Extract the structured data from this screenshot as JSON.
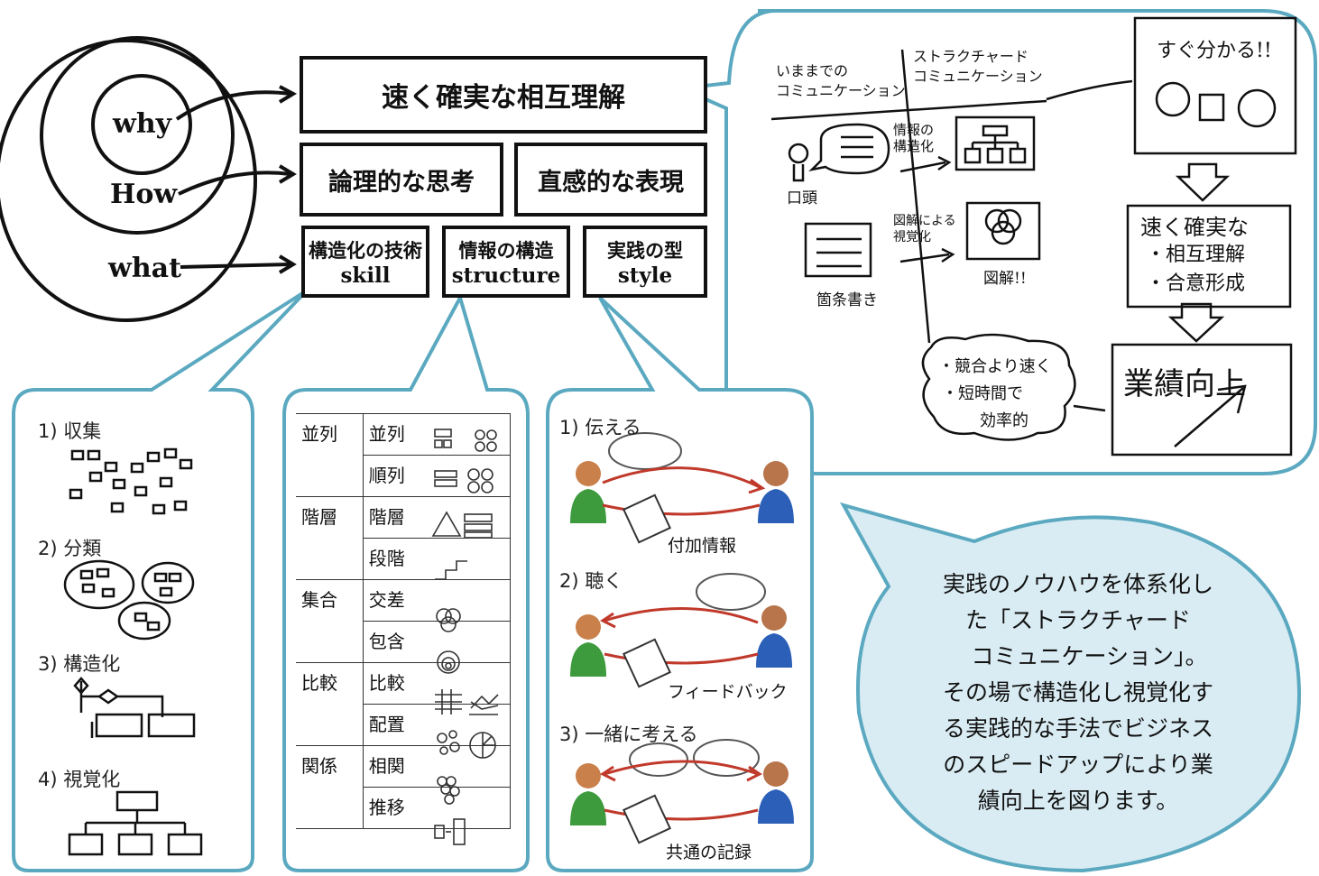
{
  "circles": {
    "why": "why",
    "how": "How",
    "what": "what"
  },
  "boxes": {
    "goal": "速く確実な相互理解",
    "logic": "論理的な思考",
    "intuition": "直感的な表現",
    "skill": {
      "jp": "構造化の技術",
      "en": "skill"
    },
    "structure": {
      "jp": "情報の構造",
      "en": "structure"
    },
    "style": {
      "jp": "実践の型",
      "en": "style"
    }
  },
  "skill_panel": {
    "steps": [
      "1) 収集",
      "2) 分類",
      "3) 構造化",
      "4) 視覚化"
    ]
  },
  "structure_table": {
    "groups": [
      {
        "category": "並列",
        "items": [
          "並列",
          "順列"
        ]
      },
      {
        "category": "階層",
        "items": [
          "階層",
          "段階"
        ]
      },
      {
        "category": "集合",
        "items": [
          "交差",
          "包含"
        ]
      },
      {
        "category": "比較",
        "items": [
          "比較",
          "配置"
        ]
      },
      {
        "category": "関係",
        "items": [
          "相関",
          "推移"
        ]
      }
    ]
  },
  "style_panel": {
    "steps": [
      {
        "title": "1) 伝える",
        "caption": "付加情報"
      },
      {
        "title": "2) 聴く",
        "caption": "フィードバック"
      },
      {
        "title": "3) 一緒に考える",
        "caption": "共通の記録"
      }
    ]
  },
  "sketch": {
    "header_left": "いままでの\nコミュニケーション",
    "header_right": "ストラクチャード\nコミュニケーション",
    "oral": "口頭",
    "structuring": "情報の\n構造化",
    "bullets": "箇条書き",
    "visualization": "図解による\n視覚化",
    "diagram": "図解!!",
    "instant": "すぐ分かる!!",
    "result_title": "速く確実な",
    "result_items": [
      "・相互理解",
      "・合意形成"
    ],
    "performance": "業績向上",
    "cloud_lines": [
      "・競合より速く",
      "・短時間で",
      "効率的"
    ]
  },
  "callout": {
    "text": "実践のノウハウを体系化し\nた「ストラクチャード\n　コミュニケーション」。\nその場で構造化し視覚化す\nる実践的な手法でビジネス\nのスピードアップにより業\n績向上を図ります。"
  },
  "colors": {
    "accent": "#5ba9c0",
    "callout_fill": "#d9ecf3",
    "arrow_red": "#c0392b",
    "ink": "#111111"
  }
}
